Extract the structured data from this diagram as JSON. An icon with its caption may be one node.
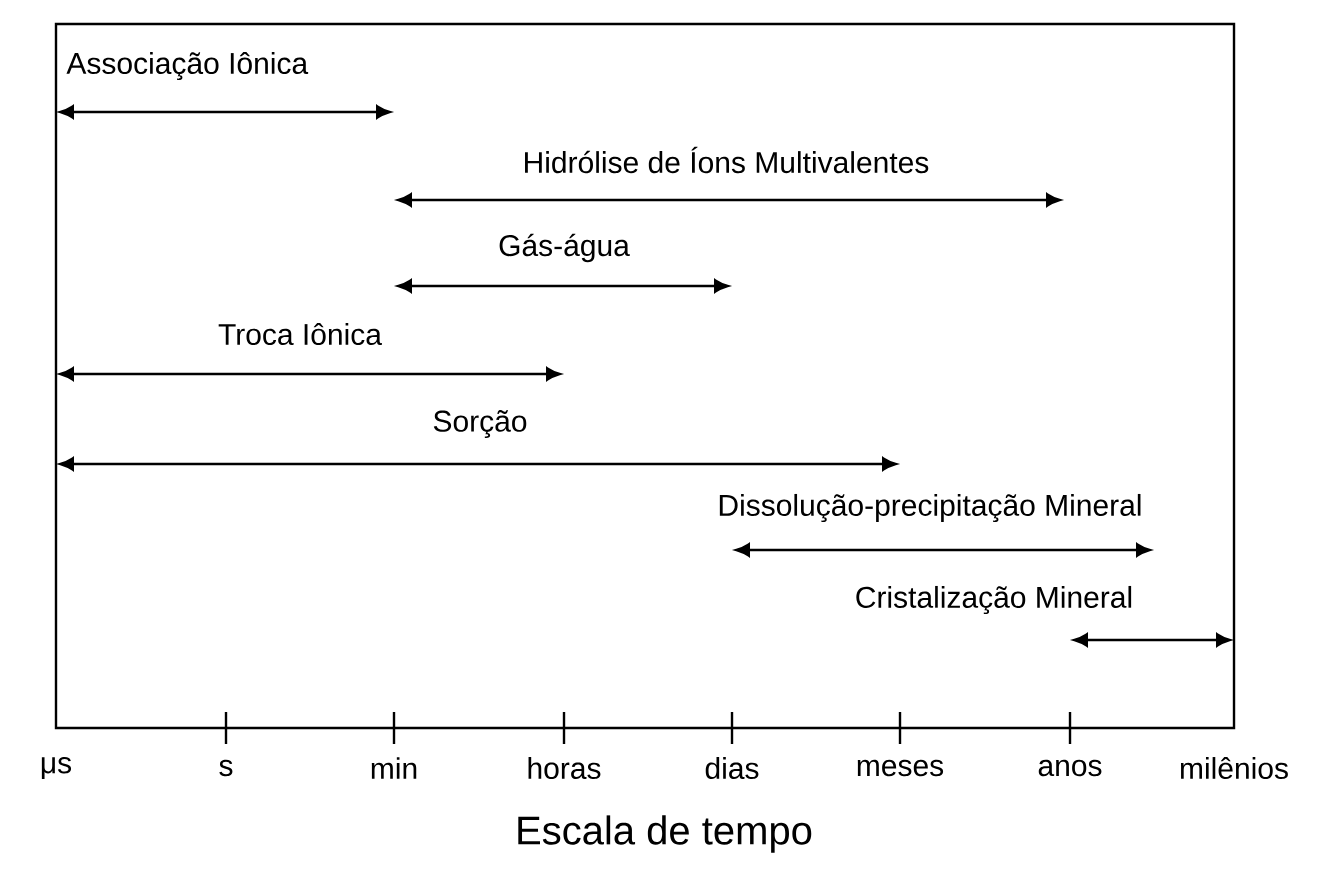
{
  "diagram": {
    "labels": [
      "Associação Iônica",
      "Hidrólise de Íons Multivalentes",
      "Gás-água",
      "Troca Iônica",
      "Sorção",
      "Dissolução-precipitação Mineral",
      "Cristalização Mineral",
      "μs",
      "s",
      "min",
      "horas",
      "dias",
      "meses",
      "anos",
      "milênios",
      "Escala de tempo"
    ]
  }
}
